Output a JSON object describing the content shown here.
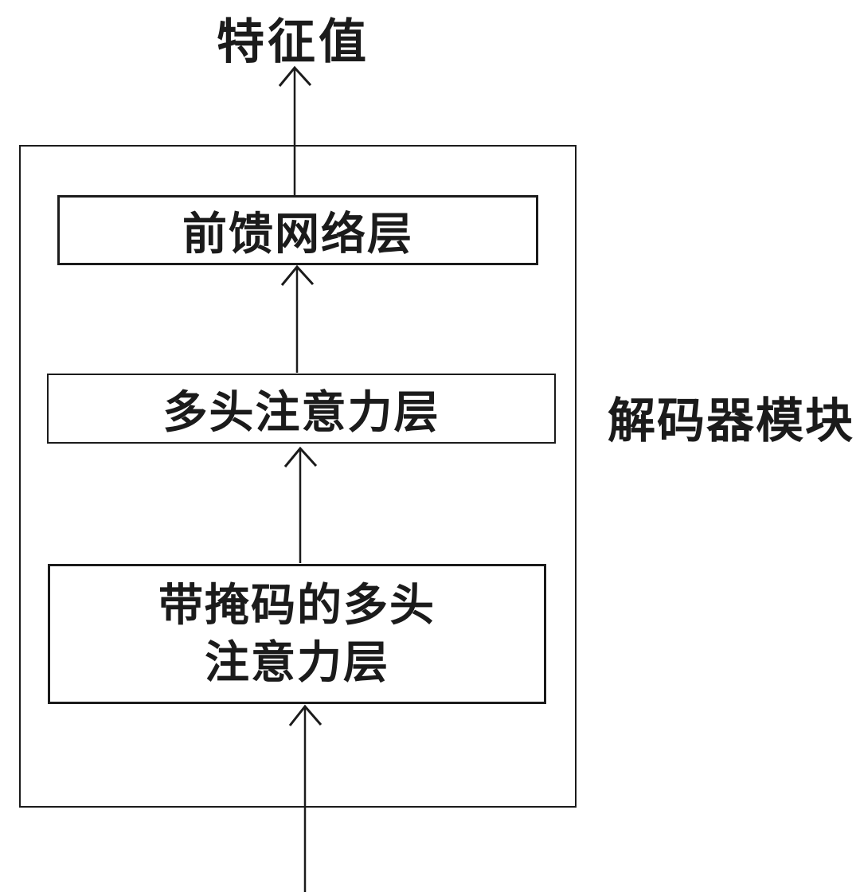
{
  "diagram": {
    "output_label": "特征值",
    "module_label": "解码器模块",
    "boxes": [
      {
        "name": "feed-forward-layer",
        "label": "前馈网络层"
      },
      {
        "name": "multi-head-attention-layer",
        "label": "多头注意力层"
      },
      {
        "name": "masked-multi-head-attention-layer",
        "lines": [
          "带掩码的多头",
          "注意力层"
        ]
      }
    ],
    "colors": {
      "stroke": "#1b1b1b",
      "background": "#ffffff"
    }
  }
}
